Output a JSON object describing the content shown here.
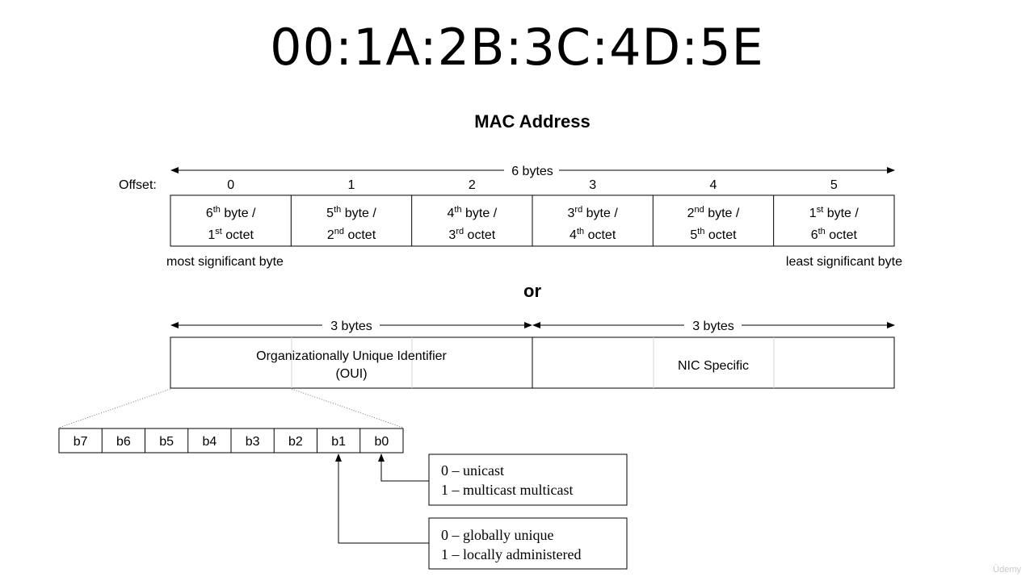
{
  "heading": "00:1A:2B:3C:4D:5E",
  "diagram": {
    "title": "MAC Address",
    "total_label": "6 bytes",
    "offset_label": "Offset:",
    "bytes": [
      {
        "offset": "0",
        "line1": [
          "6",
          "th",
          " byte /"
        ],
        "line2": [
          "1",
          "st",
          " octet"
        ]
      },
      {
        "offset": "1",
        "line1": [
          "5",
          "th",
          " byte /"
        ],
        "line2": [
          "2",
          "nd",
          " octet"
        ]
      },
      {
        "offset": "2",
        "line1": [
          "4",
          "th",
          " byte /"
        ],
        "line2": [
          "3",
          "rd",
          " octet"
        ]
      },
      {
        "offset": "3",
        "line1": [
          "3",
          "rd",
          " byte /"
        ],
        "line2": [
          "4",
          "th",
          " octet"
        ]
      },
      {
        "offset": "4",
        "line1": [
          "2",
          "nd",
          " byte /"
        ],
        "line2": [
          "5",
          "th",
          " octet"
        ]
      },
      {
        "offset": "5",
        "line1": [
          "1",
          "st",
          " byte /"
        ],
        "line2": [
          "6",
          "th",
          " octet"
        ]
      }
    ],
    "msb_label": "most significant byte",
    "lsb_label": "least significant byte",
    "or_label": "or",
    "half_label": "3 bytes",
    "oui_line1": "Organizationally Unique Identifier",
    "oui_line2": "(OUI)",
    "nic_label": "NIC Specific",
    "bits": [
      "b7",
      "b6",
      "b5",
      "b4",
      "b3",
      "b2",
      "b1",
      "b0"
    ],
    "b0_note": [
      "0 – unicast",
      "1 – multicast multicast"
    ],
    "b1_note": [
      "0 – globally unique",
      "1 – locally administered"
    ]
  },
  "watermark": "Üdemy"
}
